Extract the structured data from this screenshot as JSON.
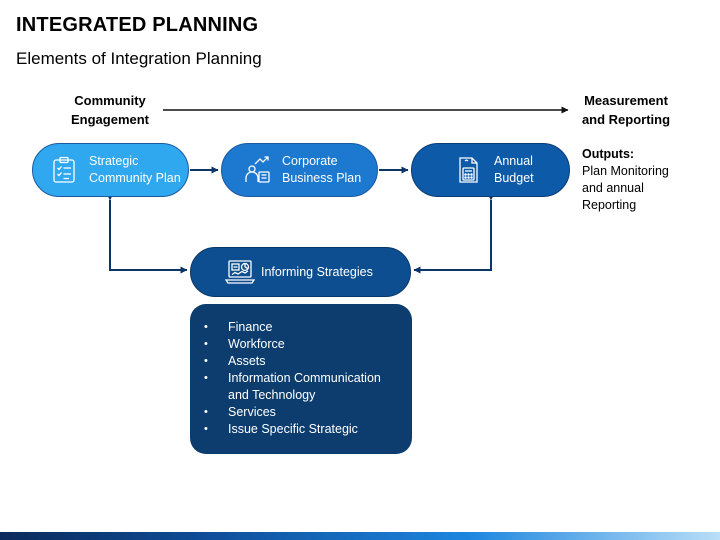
{
  "header": {
    "title": "INTEGRATED PLANNING",
    "subtitle": "Elements of Integration Planning"
  },
  "flow": {
    "start_label": "Community Engagement",
    "end_label": "Measurement and Reporting"
  },
  "nodes": {
    "strategic": {
      "line1": "Strategic",
      "line2": "Community Plan",
      "icon": "clipboard-checklist-icon"
    },
    "corporate": {
      "line1": "Corporate",
      "line2": "Business Plan",
      "icon": "business-growth-icon"
    },
    "annual": {
      "line1": "Annual",
      "line2": "Budget",
      "icon": "budget-calculator-icon"
    },
    "informing": {
      "label": "Informing Strategies",
      "icon": "analytics-laptop-icon"
    }
  },
  "outputs": {
    "title": "Outputs:",
    "lines": [
      "Plan Monitoring",
      "and annual",
      "Reporting"
    ]
  },
  "strategies_list": [
    "Finance",
    "Workforce",
    "Assets",
    "Information Communication and Technology",
    "Services",
    "Issue Specific Strategic"
  ],
  "colors": {
    "strategic": "#2fa8f0",
    "corporate": "#1d78cf",
    "annual": "#0d5aa9",
    "informing": "#0c4e8f",
    "list_box": "#0c3d6e",
    "connector": "#0b3566"
  }
}
